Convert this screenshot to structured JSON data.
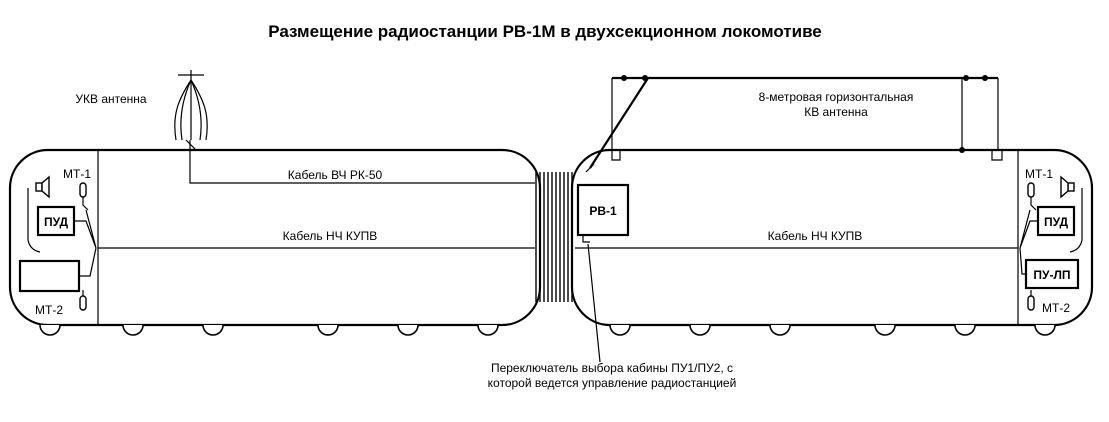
{
  "title": "Размещение радиостанции  РВ-1М в двухсекционном локомотиве",
  "labels": {
    "vhf_antenna": "УКВ антенна",
    "hf_antenna_line1": "8-метровая горизонтальная",
    "hf_antenna_line2": "КВ антенна",
    "cable_rf": "Кабель ВЧ РК-50",
    "cable_lf_left": "Кабель НЧ КУПВ",
    "cable_lf_right": "Кабель НЧ КУПВ",
    "mt1_left": "МТ-1",
    "mt2_left": "МТ-2",
    "mt1_right": "МТ-1",
    "mt2_right": "МТ-2",
    "pud_left": "ПУД",
    "pud_right": "ПУД",
    "pu_lp": "ПУ-ЛП",
    "radio": "РВ-1",
    "switch_line1": "Переключатель выбора кабины ПУ1/ПУ2, с",
    "switch_line2": "которой ведется управление радиостанцией"
  }
}
